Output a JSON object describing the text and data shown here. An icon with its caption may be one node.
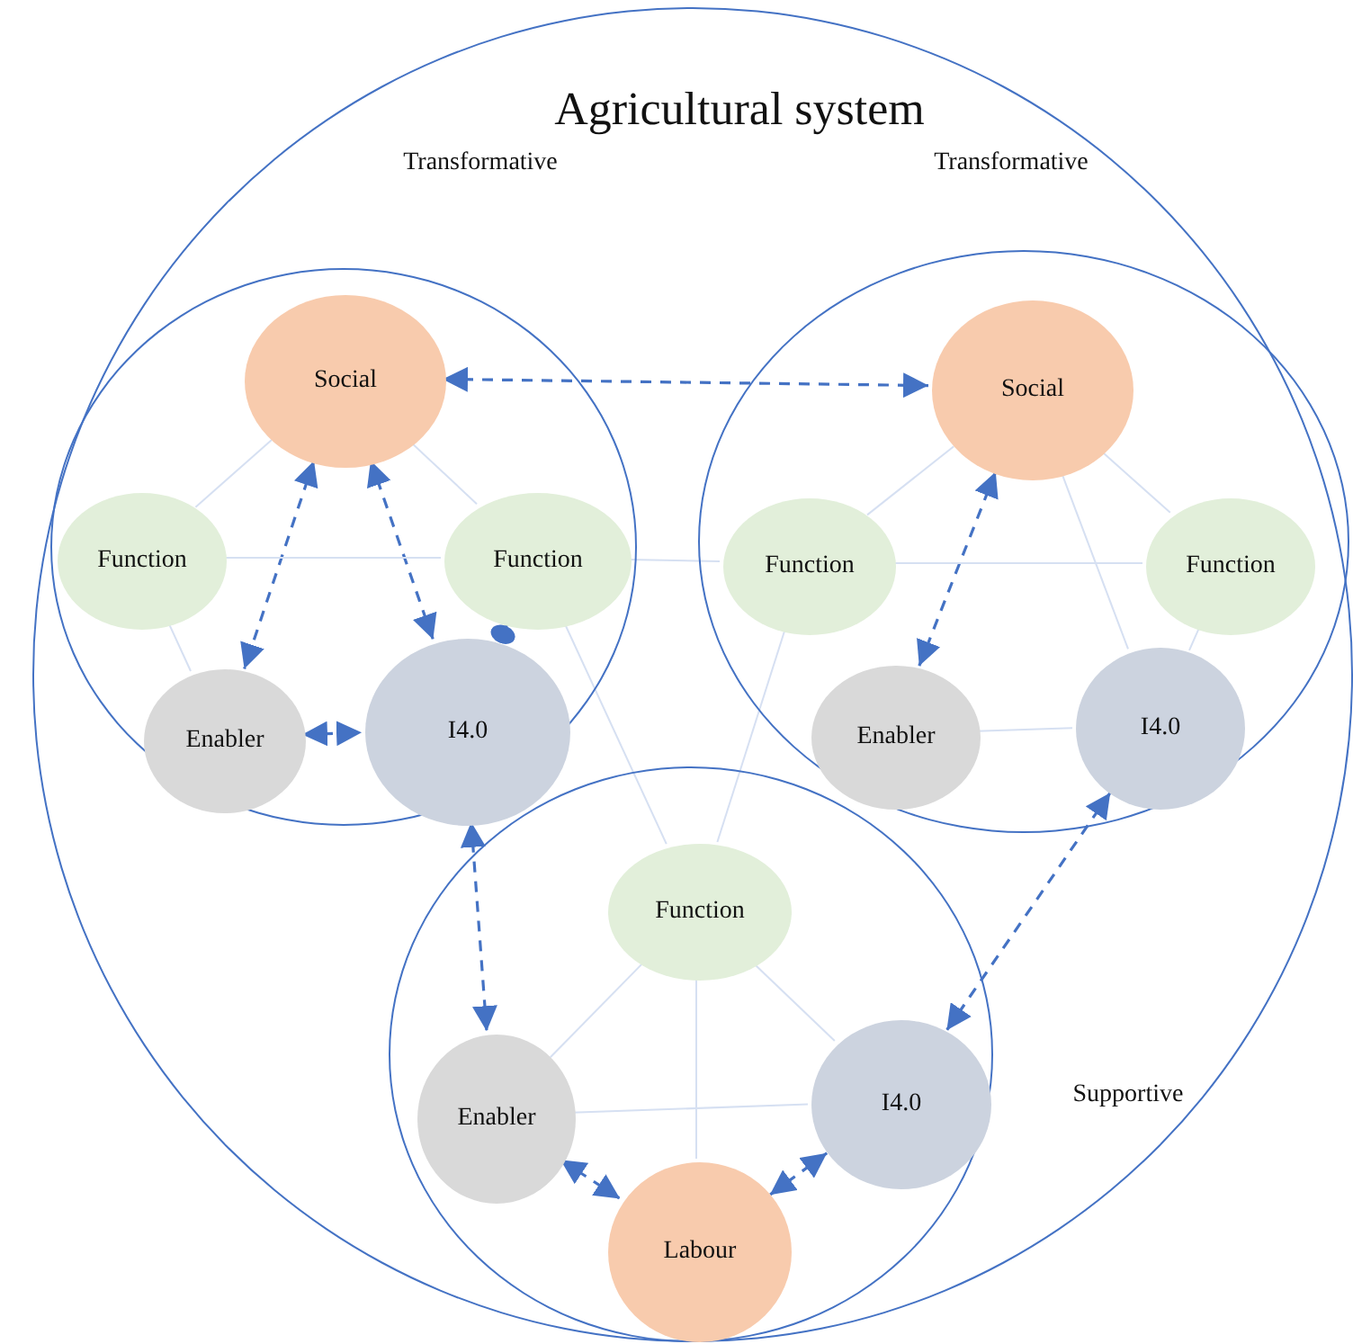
{
  "diagram": {
    "nodes": [
      {
        "text": [
          "Agricultural system"
        ]
      },
      {
        "text": [
          "Transformative"
        ],
        "in": 0
      },
      {
        "text": [
          "Social"
        ],
        "in": 1
      },
      {
        "text": [
          "Function"
        ],
        "in": 1
      },
      {
        "text": [
          "Function"
        ],
        "in": 1
      },
      {
        "text": [
          "Enabler"
        ],
        "in": 1
      },
      {
        "text": [
          "I4.0"
        ],
        "in": 1
      },
      {
        "text": [
          "Transformative"
        ],
        "in": 0
      },
      {
        "text": [
          "Social"
        ],
        "in": 7
      },
      {
        "text": [
          "Function"
        ],
        "in": 7
      },
      {
        "text": [
          "Function"
        ],
        "in": 7
      },
      {
        "text": [
          "Enabler"
        ],
        "in": 7
      },
      {
        "text": [
          "I4.0"
        ],
        "in": 7
      },
      {
        "text": [
          "Supportive"
        ],
        "in": 0
      },
      {
        "text": [
          "Function"
        ],
        "in": 13
      },
      {
        "text": [
          "Enabler"
        ],
        "in": 13
      },
      {
        "text": [
          "I4.0"
        ],
        "in": 13
      },
      {
        "text": [
          "Labour"
        ],
        "in": 13
      }
    ],
    "edges": [
      {
        "from": 2,
        "to": 8,
        "arrow": "both",
        "style": "dashed",
        "color": "#4472c4"
      },
      {
        "from": 2,
        "to": 5,
        "arrow": "both",
        "style": "dashed",
        "color": "#4472c4"
      },
      {
        "from": 2,
        "to": 6,
        "arrow": "both",
        "style": "dashed",
        "color": "#4472c4"
      },
      {
        "from": 5,
        "to": 6,
        "arrow": "both",
        "style": "dashed",
        "color": "#4472c4"
      },
      {
        "from": 4,
        "to": 6,
        "arrow": "other",
        "color": "#4472c4"
      },
      {
        "from": 6,
        "to": 15,
        "arrow": "both",
        "style": "dashed",
        "color": "#4472c4"
      },
      {
        "from": 8,
        "to": 11,
        "arrow": "both",
        "style": "dashed",
        "color": "#4472c4"
      },
      {
        "from": 12,
        "to": 16,
        "arrow": "both",
        "style": "dashed",
        "color": "#4472c4"
      },
      {
        "from": 15,
        "to": 17,
        "arrow": "both",
        "style": "dashed",
        "color": "#4472c4"
      },
      {
        "from": 16,
        "to": 17,
        "arrow": "both",
        "style": "dashed",
        "color": "#4472c4"
      },
      {
        "from": 2,
        "to": 3,
        "arrow": "none"
      },
      {
        "from": 2,
        "to": 4,
        "arrow": "none"
      },
      {
        "from": 3,
        "to": 4,
        "arrow": "none"
      },
      {
        "from": 3,
        "to": 5,
        "arrow": "none"
      },
      {
        "from": 4,
        "to": 9,
        "arrow": "none"
      },
      {
        "from": 4,
        "to": 14,
        "arrow": "none"
      },
      {
        "from": 8,
        "to": 9,
        "arrow": "none"
      },
      {
        "from": 8,
        "to": 10,
        "arrow": "none"
      },
      {
        "from": 9,
        "to": 10,
        "arrow": "none"
      },
      {
        "from": 8,
        "to": 12,
        "arrow": "none"
      },
      {
        "from": 10,
        "to": 12,
        "arrow": "none"
      },
      {
        "from": 11,
        "to": 12,
        "arrow": "none"
      },
      {
        "from": 9,
        "to": 14,
        "arrow": "none"
      },
      {
        "from": 14,
        "to": 15,
        "arrow": "none"
      },
      {
        "from": 14,
        "to": 16,
        "arrow": "none"
      },
      {
        "from": 14,
        "to": 17,
        "arrow": "none"
      },
      {
        "from": 15,
        "to": 16,
        "arrow": "none"
      }
    ]
  }
}
